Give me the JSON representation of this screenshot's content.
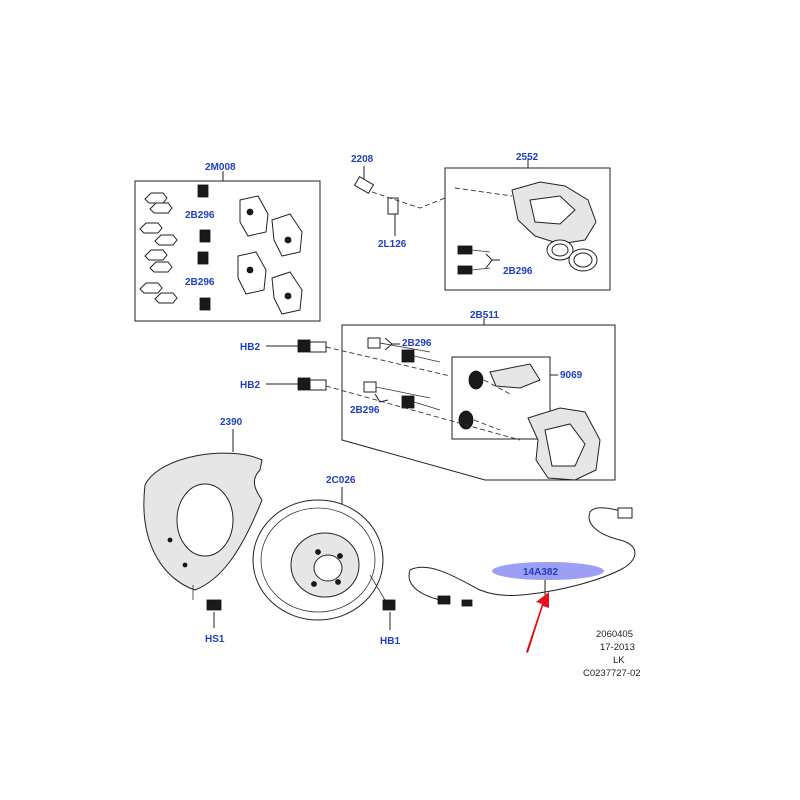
{
  "labels": {
    "pad_kit": "2M008",
    "bolt_a": "2B296",
    "bolt_b": "2B296",
    "bleed": "2208",
    "bleed_cap": "2L126",
    "caliper": "2552",
    "caliper_bolts": "2B296",
    "carrier_kit": "2B511",
    "carrier_bolt_top": "2B296",
    "carrier_bolt_bottom": "2B296",
    "pads": "9069",
    "hb2_top": "HB2",
    "hb2_bottom": "HB2",
    "shield": "2390",
    "disc": "2C026",
    "hs1": "HS1",
    "hb1": "HB1",
    "sensor": "14A382"
  },
  "meta": {
    "line1": "2060405",
    "line2": "17-2013",
    "line3": "LK",
    "line4": "C0237727-02"
  },
  "colors": {
    "label_blue": "#1f3fbf",
    "highlight": "#7b7ff0",
    "arrow": "#e8101a"
  }
}
